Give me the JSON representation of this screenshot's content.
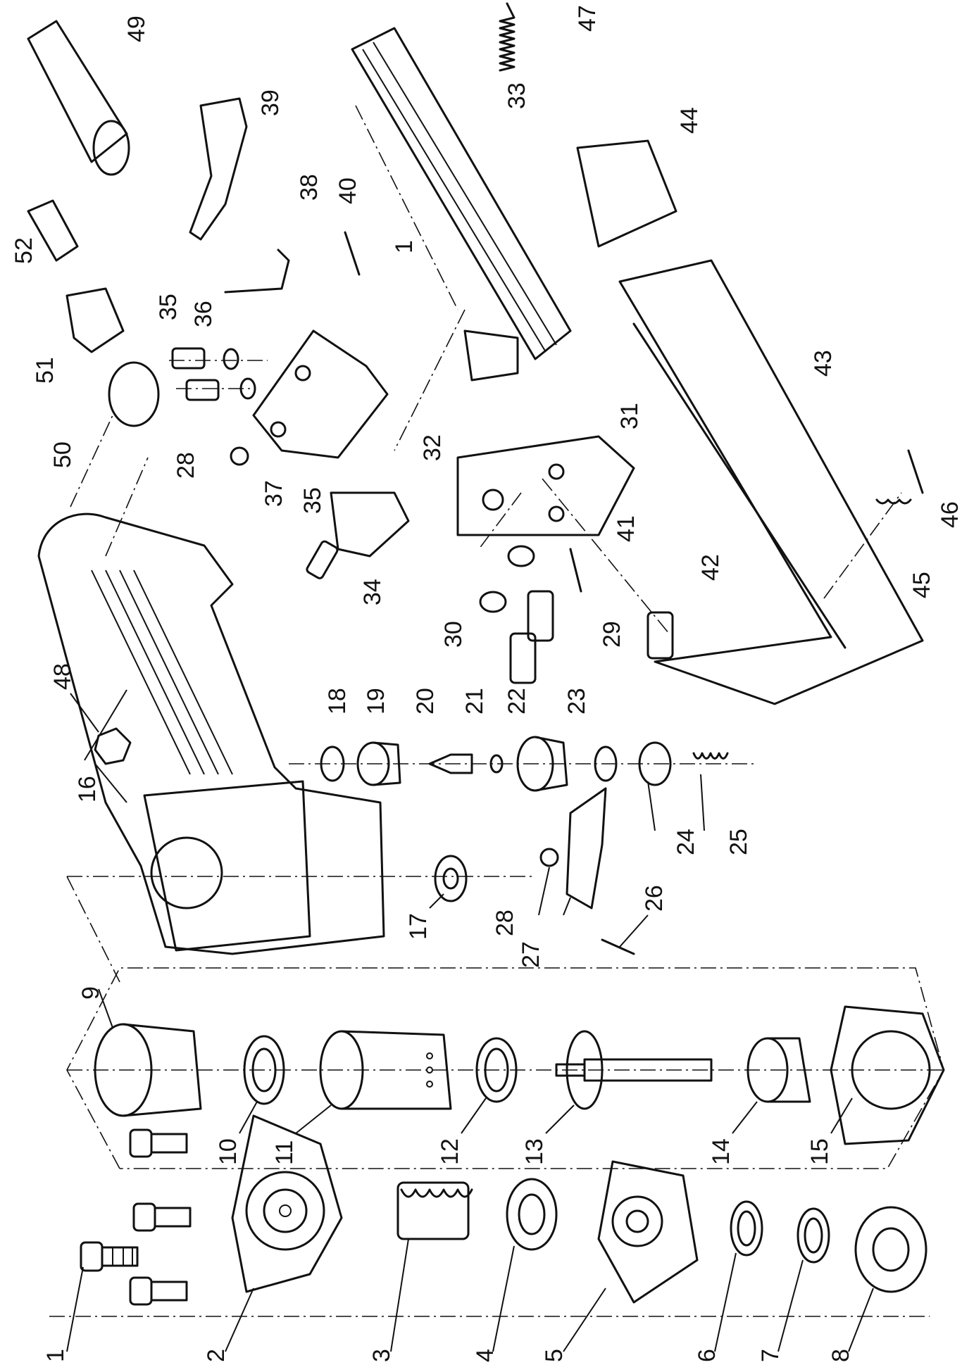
{
  "diagram": {
    "callouts": {
      "c1": "1",
      "c1b": "1",
      "c2": "2",
      "c3": "3",
      "c4": "4",
      "c5": "5",
      "c6": "6",
      "c7": "7",
      "c8": "8",
      "c9": "9",
      "c10": "10",
      "c11": "11",
      "c12": "12",
      "c13": "13",
      "c14": "14",
      "c15": "15",
      "c16": "16",
      "c17": "17",
      "c18": "18",
      "c19": "19",
      "c20": "20",
      "c21": "21",
      "c22": "22",
      "c23": "23",
      "c24": "24",
      "c25": "25",
      "c26": "26",
      "c27": "27",
      "c28": "28",
      "c28b": "28",
      "c29": "29",
      "c30": "30",
      "c31": "31",
      "c32": "32",
      "c33": "33",
      "c34": "34",
      "c35": "35",
      "c35b": "35",
      "c36": "36",
      "c37": "37",
      "c38": "38",
      "c39": "39",
      "c40": "40",
      "c41": "41",
      "c42": "42",
      "c43": "43",
      "c44": "44",
      "c45": "45",
      "c46": "46",
      "c47": "47",
      "c48": "48",
      "c49": "49",
      "c50": "50",
      "c51": "51",
      "c52": "52"
    }
  }
}
